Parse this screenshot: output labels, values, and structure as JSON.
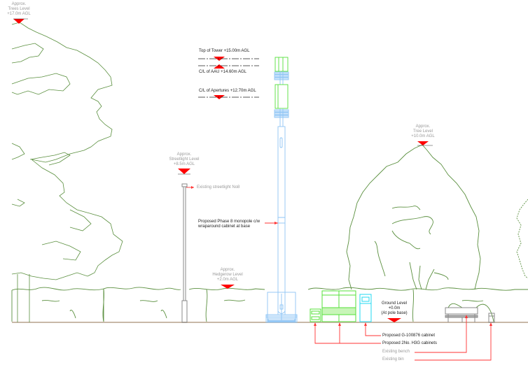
{
  "colors": {
    "foliage": "#5a8f3e",
    "marker": "#ff0000",
    "leader": "#ff3333",
    "tower": "#8ec5f5",
    "antenna": "#55e03a",
    "cabinet_green": "#55e03a",
    "cabinet_cyan": "#22d8f0",
    "ground": "#c8b8a8",
    "street_furniture": "#8a8a8a",
    "label_grey": "#9a9a9a",
    "label_dark": "#222222"
  },
  "levels": {
    "trees_left": [
      "Approx.",
      "Trees Level",
      "+17.0m AGL"
    ],
    "tree_right": [
      "Approx.",
      "Tree Level",
      "+10.0m AGL"
    ],
    "streetlight": [
      "Approx.",
      "Streetlight Level",
      "+8.5m AGL"
    ],
    "hedgerow": [
      "Approx.",
      "Hedgerow Level",
      "+2.0m AGL"
    ],
    "ground": [
      "Ground Level",
      "+0.0m",
      "(At pole base)"
    ]
  },
  "tower_levels": {
    "top": "Top of Tower +15.00m AGL",
    "aau": "C/L of AAU +14.60m AGL",
    "apertures": "C/L of Apertures +12.70m AGL"
  },
  "callouts": {
    "streetlight": "Existing streetlight No8",
    "monopole": [
      "Proposed Phase 8 monopole c/w",
      "wraparound cabinet at base"
    ],
    "g_cabinet": "Proposed G-100876 cabinet",
    "h3g_cabinets": "Proposed 2No. H3G cabinets",
    "bench": "Existing bench",
    "bin": "Existing bin"
  }
}
